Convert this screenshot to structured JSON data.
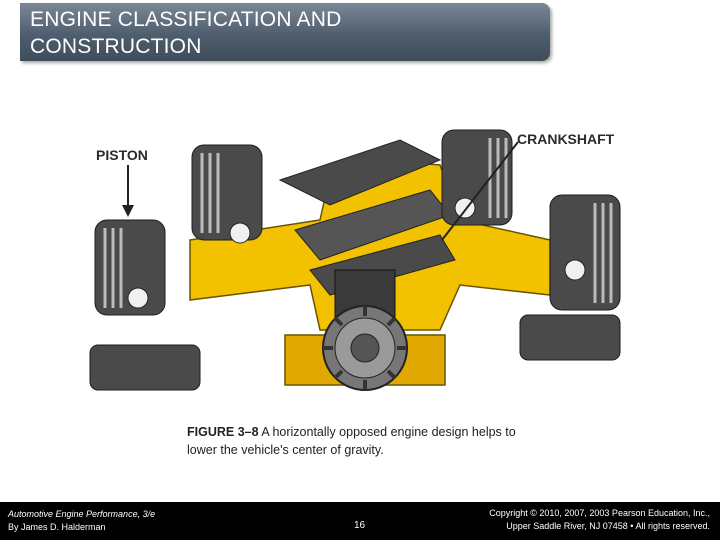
{
  "slide": {
    "title_line1": "ENGINE CLASSIFICATION AND",
    "title_line2": "CONSTRUCTION"
  },
  "figure": {
    "label_piston": "PISTON",
    "label_crankshaft": "CRANKSHAFT",
    "caption_number": "FIGURE 3–8",
    "caption_text": " A horizontally opposed engine design helps to lower the vehicle's center of gravity."
  },
  "footer": {
    "course_title": "Automotive Engine Performance, 3/e",
    "author": "By James D. Halderman",
    "page_number": "16",
    "copyright_line1": "Copyright © 2010, 2007, 2003 Pearson Education, Inc.,",
    "copyright_line2": "Upper Saddle River, NJ 07458 • All rights reserved."
  },
  "colors": {
    "title_bar": "#4f5e6e",
    "engine_yellow": "#f2c200",
    "piston_gray": "#4a4a4a",
    "footer_bg": "#000000"
  }
}
